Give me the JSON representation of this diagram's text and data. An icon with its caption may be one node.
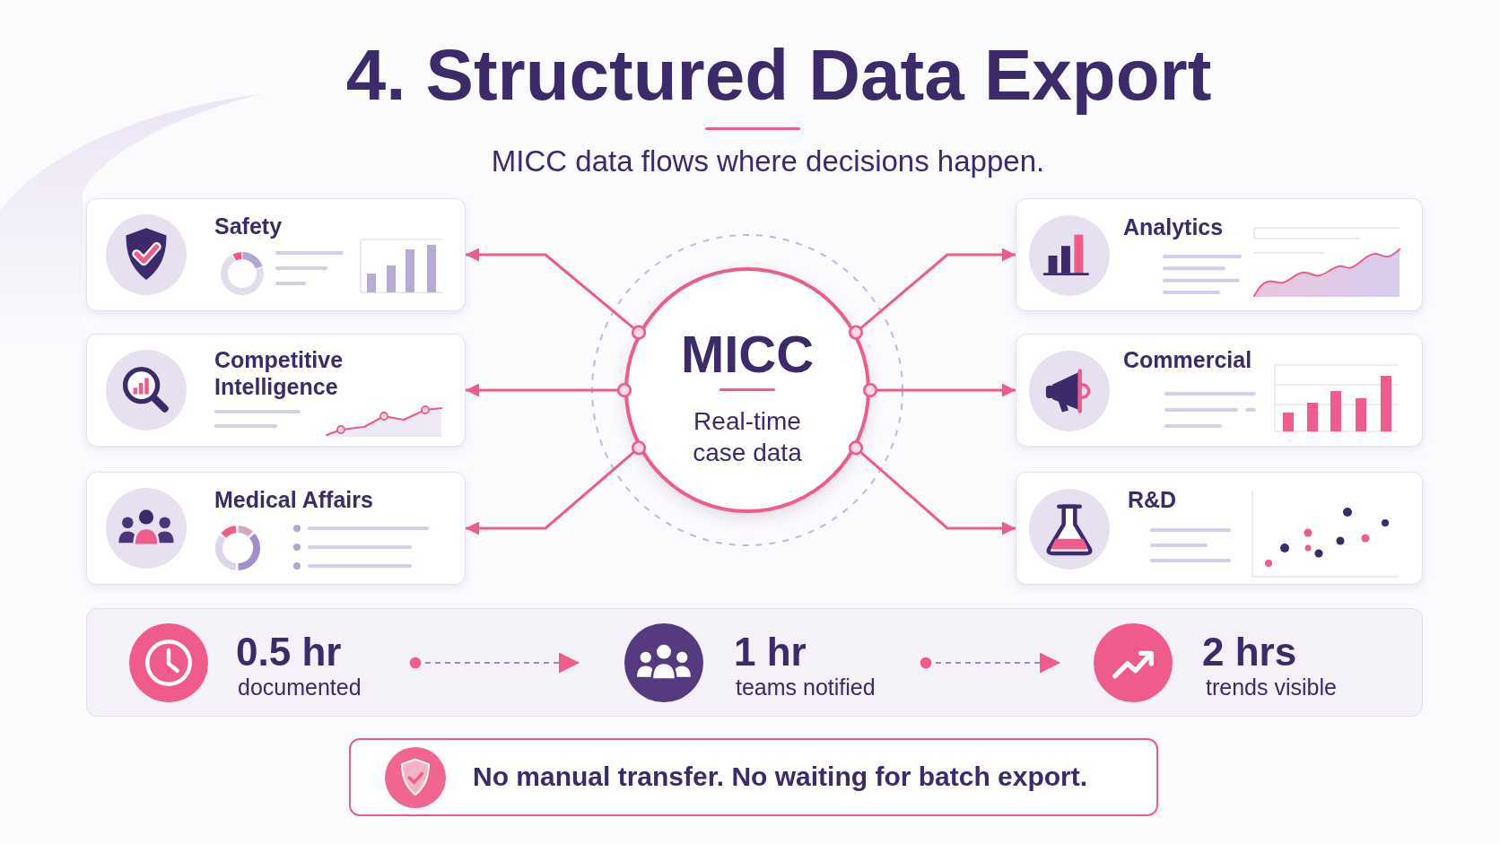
{
  "diagram": {
    "title": "4. Structured Data Export",
    "nodes": [
      {
        "text": [
          "Safety"
        ]
      },
      {
        "text": [
          "Competitive Intelligence"
        ]
      },
      {
        "text": [
          "Medical Affairs"
        ]
      },
      {
        "text": [
          "MICC",
          "Real-time case data"
        ]
      },
      {
        "text": [
          "Analytics"
        ]
      },
      {
        "text": [
          "Commercial"
        ]
      },
      {
        "text": [
          "R&D"
        ]
      },
      {
        "text": [],
        "shape": "box"
      },
      {
        "text": [
          "0.5 hr",
          "documented"
        ],
        "in": 7
      },
      {
        "text": [
          "1 hr",
          "teams notified"
        ],
        "in": 7
      },
      {
        "text": [
          "2 hrs",
          "trends visible"
        ],
        "in": 7
      },
      {
        "text": [
          "No manual transfer. No waiting for batch export."
        ]
      }
    ],
    "edges": [
      {
        "from": 3,
        "to": 0,
        "arrow": "to"
      },
      {
        "from": 3,
        "to": 1,
        "arrow": "to"
      },
      {
        "from": 3,
        "to": 2,
        "arrow": "to"
      },
      {
        "from": 3,
        "to": 4,
        "arrow": "to"
      },
      {
        "from": 3,
        "to": 5,
        "arrow": "to"
      },
      {
        "from": 3,
        "to": 6,
        "arrow": "to"
      },
      {
        "from": 8,
        "to": 9,
        "arrow": "to",
        "style": "dashed",
        "color": "#9b88c9"
      },
      {
        "from": 9,
        "to": 10,
        "arrow": "to",
        "style": "dashed",
        "color": "#9b88c9"
      }
    ],
    "labels": [
      "MICC data flows where decisions happen."
    ]
  }
}
